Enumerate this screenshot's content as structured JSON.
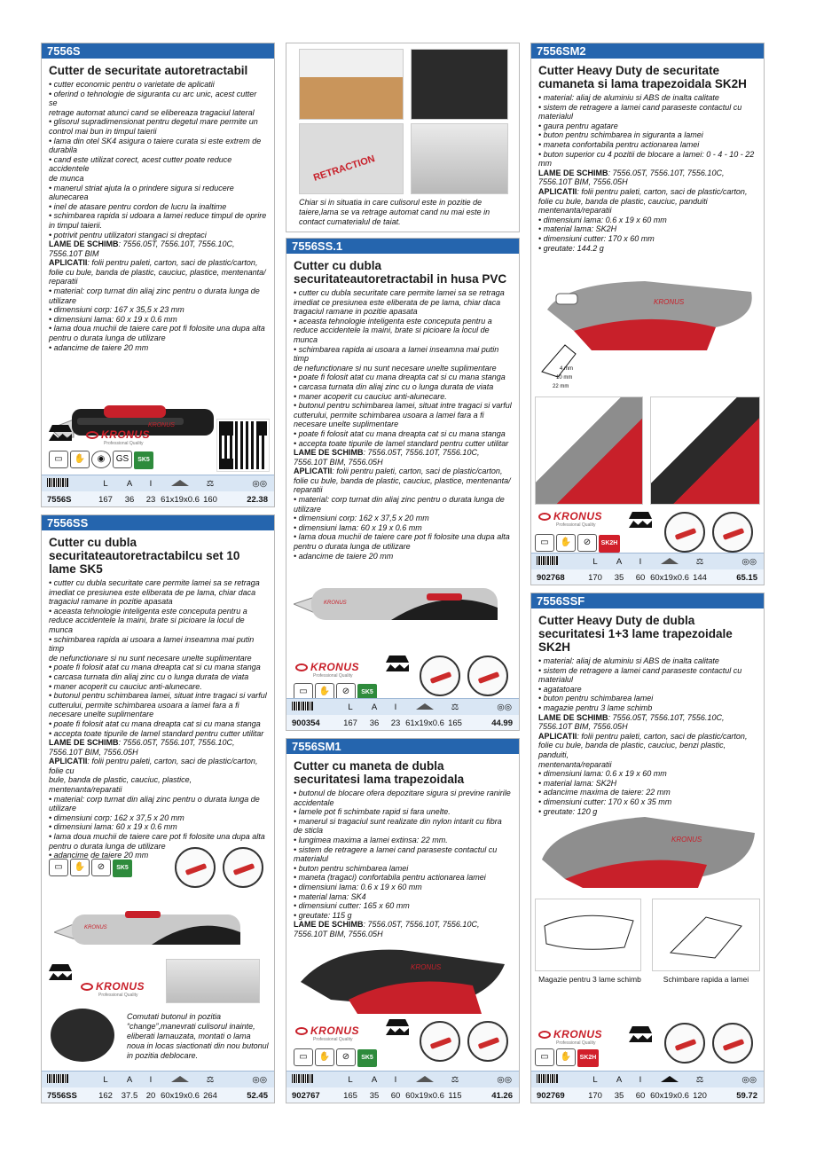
{
  "col1": {
    "p7556S": {
      "code": "7556S",
      "title": "Cutter de securitate autoretractabil",
      "bullets": [
        "• cutter economic pentru o varietate de aplicatii",
        "• oferind o tehnologie de siguranta cu arc unic, acest cutter se",
        "retrage automat atunci cand se elibereaza tragaciul lateral",
        "• glisorul supradimensionat pentru degetul mare permite un",
        "control mai bun in timpul taierii",
        "• lama din otel SK4 asigura o taiere curata si este extrem de",
        "durabila",
        "• cand este utilizat corect, acest cutter poate reduce accidentele",
        "de munca",
        "• manerul striat ajuta la o prindere sigura si reducere alunecarea",
        "• inel de atasare pentru cordon de lucru la inaltime",
        "• schimbarea rapida si udoara a lamei reduce timpul de oprire",
        "in timpul taierii.",
        "• potrivit pentru utilizatori stangaci si dreptaci"
      ],
      "lame_label": "LAME DE SCHIMB",
      "lame_text": ": 7556.05T, 7556.10T, 7556.10C,",
      "lame_text2": "7556.10T BIM",
      "apl_label": "APLICATII",
      "apl_text": ": folii pentru paleti, carton, saci de plastic/carton,",
      "apl_lines": [
        "folie cu bule, banda de plastic, cauciuc, plastice, mentenanta/",
        "reparatii",
        "• material: corp turnat din aliaj zinc pentru o durata lunga de",
        "utilizare",
        "• dimensiuni corp: 167 x 35,5 x 23 mm",
        "• dimensiuni lama: 60 x 19 x 0.6 mm",
        "• lama doua muchii de taiere care pot fi folosite una dupa alta",
        "pentru o durata lunga de utilizare",
        "• adancime de taiere 20 mm"
      ],
      "sk": "SK5",
      "spec_headers": [
        "L",
        "A",
        "I",
        "",
        ""
      ],
      "spec": [
        "7556S",
        "167",
        "36",
        "23",
        "61x19x0.6",
        "160",
        "22.38"
      ]
    },
    "p7556SS": {
      "code": "7556SS",
      "title": [
        "Cutter cu dubla securitate",
        "autoretractabil",
        "cu set 10 lame SK5"
      ],
      "lines": [
        "• cutter cu dubla securitate care permite lamei sa se retraga",
        "imediat ce presiunea este eliberata de pe lama, chiar daca",
        "tragaciul ramane in pozitie apasata",
        "• aceasta tehnologie inteligenta este conceputa pentru a",
        "reduce accidentele la maini, brate si picioare la locul de munca",
        "• schimbarea rapida ai usoara a lamei inseamna mai putin timp",
        "de nefunctionare si nu sunt necesare unelte suplimentare",
        "• poate fi folosit atat cu mana dreapta cat si cu mana stanga",
        "• carcasa turnata din aliaj zinc cu o lunga durata de viata",
        "• maner acoperit cu cauciuc anti-alunecare.",
        "• butonul pentru schimbarea lamei, situat intre tragaci si varful",
        "cutterului, permite schimbarea usoara a lamei fara a fi",
        "necesare unelte suplimentare",
        "• poate fi folosit atat cu mana dreapta cat si cu mana stanga",
        "• accepta toate tipurile de lamel standard pentru cutter utilitar"
      ],
      "lame_label": "LAME DE SCHIMB",
      "lame_text": ": 7556.05T, 7556.10T, 7556.10C,",
      "lame_text2": "7556.10T BIM, 7556.05H",
      "apl_label": "APLICATII",
      "apl_text": ": folii pentru paleti, carton, saci de plastic/carton, folie cu",
      "apl_lines": [
        "bule, banda de plastic, cauciuc, plastice, mentenanta/reparatii",
        "• material: corp turnat din aliaj zinc pentru o durata lunga de",
        "utilizare",
        "• dimensiuni corp: 162 x 37,5 x 20 mm",
        "• dimensiuni lama: 60 x 19 x 0.6 mm",
        "• lama doua muchii de taiere care pot fi folosite una dupa alta",
        "pentru o durata lunga de utilizare",
        "• adancime de taiere 20 mm"
      ],
      "sk": "SK5",
      "caption": [
        "Comutati butonul in pozitia “change”,",
        "manevrati culisorul inainte, eliberati lama",
        "uzata, montati o lama noua in locas si",
        "actionati din nou butonul in pozitia de",
        "blocare."
      ],
      "spec": [
        "7556SS",
        "162",
        "37.5",
        "20",
        "60x19x0.6",
        "264",
        "52.45"
      ]
    }
  },
  "col2": {
    "photo_caption": [
      "Chiar si in situatia in care culisorul este in pozitie de taiere,",
      "lama se va retrage automat cand nu mai este  in contact cu",
      "materialul de taiat."
    ],
    "retraction": "RETRACTION",
    "p7556SS1": {
      "code": "7556SS.1",
      "title": [
        "Cutter cu dubla securitate",
        "autoretractabil in husa PVC"
      ],
      "lines": [
        "• cutter cu dubla securitate care permite lamei sa se retraga",
        "imediat ce presiunea este eliberata de pe lama, chiar daca",
        "tragaciul ramane in pozitie apasata",
        "• aceasta tehnologie inteligenta este conceputa pentru a",
        "reduce accidentele la maini, brate si picioare la locul de munca",
        "• schimbarea rapida ai usoara a lamei inseamna mai putin timp",
        "de nefunctionare si nu sunt necesare unelte suplimentare",
        "• poate fi folosit atat cu mana dreapta cat si cu mana stanga",
        "• carcasa turnata din aliaj zinc cu o lunga durata de viata",
        "• maner acoperit cu cauciuc anti-alunecare.",
        "• butonul pentru schimbarea lamei, situat intre tragaci si varful",
        "cutterului, permite schimbarea usoara a lamei fara a fi",
        "necesare unelte suplimentare",
        "• poate fi folosit atat cu mana dreapta cat si cu mana stanga",
        "• accepta toate tipurile de lamel standard pentru cutter utilitar"
      ],
      "lame_label": "LAME DE SCHIMB",
      "lame_text": ": 7556.05T, 7556.10T, 7556.10C,",
      "lame_text2": "7556.10T BIM, 7556.05H",
      "apl_label": "APLICATII",
      "apl_text": ": folii pentru paleti, carton, saci de plastic/carton,",
      "apl_lines": [
        "folie cu bule, banda de plastic, cauciuc, plastice, mentenanta/",
        "reparatii",
        "• material: corp turnat din aliaj zinc pentru o durata lunga de",
        "utilizare",
        "• dimensiuni corp: 162 x 37,5 x 20 mm",
        "• dimensiuni lama: 60 x 19 x 0.6 mm",
        "• lama doua muchii de taiere care pot fi folosite una dupa alta",
        "pentru o durata lunga de utilizare",
        "• adancime de taiere 20 mm"
      ],
      "sk": "SK5",
      "spec": [
        "900354",
        "167",
        "36",
        "23",
        "61x19x0.6",
        "165",
        "44.99"
      ]
    },
    "p7556SM1": {
      "code": "7556SM1",
      "title": [
        "Cutter cu maneta de dubla securitate",
        "si lama trapezoidala"
      ],
      "lines": [
        "• butonul de blocare ofera depozitare sigura si previne ranirile accidentale",
        "• lamele pot fi schimbate rapid si fara unelte.",
        "• manerul si tragaciul sunt realizate din nylon intarit cu fibra de sticla",
        "• lungimea maxima a lamei extinsa: 22 mm.",
        "• sistem de retragere a lamei cand paraseste contactul cu materialul",
        "• buton pentru schimbarea lamei",
        "• maneta (tragaci) confortabila pentru actionarea lamei",
        "• dimensiuni lama: 0.6 x 19 x 60 mm",
        "• material lama: SK4",
        "• dimensiuni cutter: 165 x 60 mm",
        "• greutate: 115 g"
      ],
      "lame_label": "LAME DE SCHIMB",
      "lame_text": ": 7556.05T, 7556.10T, 7556.10C,",
      "lame_text2": "7556.10T BIM, 7556.05H",
      "sk": "SK5",
      "spec": [
        "902767",
        "165",
        "35",
        "60",
        "60x19x0.6",
        "115",
        "41.26"
      ]
    }
  },
  "col3": {
    "p7556SM2": {
      "code": "7556SM2",
      "title": [
        "Cutter Heavy Duty de securitate cu",
        "maneta si lama trapezoidala SK2H"
      ],
      "lines": [
        "• material: aliaj de aluminiu si ABS de inalta calitate",
        "• sistem de retragere a lamei cand paraseste contactul cu materialul",
        "• gaura pentru agatare",
        "• buton pentru schimbarea in siguranta a lamei",
        "• maneta confortabila pentru actionarea lamei",
        "• buton superior cu 4 pozitii de blocare a lamei: 0 - 4 - 10 - 22 mm"
      ],
      "lame_label": "LAME DE SCHIMB",
      "lame_text": ": 7556.05T, 7556.10T, 7556.10C,",
      "lame_text2": "7556.10T BIM, 7556.05H",
      "apl_label": "APLICATII",
      "apl_text": ": folii pentru paleti, carton, saci de plastic/carton,",
      "apl_lines": [
        "folie cu bule, banda de plastic, cauciuc, panduiti",
        "mentenanta/reparatii",
        "• dimensiuni lama: 0.6 x 19 x 60 mm",
        "• material lama: SK2H",
        "• dimensiuni cutter: 170 x 60 mm",
        "• greutate: 144.2 g"
      ],
      "dims": [
        "4 mm",
        "10 mm",
        "22 mm"
      ],
      "sk": "SK2H",
      "spec": [
        "902768",
        "170",
        "35",
        "60",
        "60x19x0.6",
        "144",
        "65.15"
      ]
    },
    "p7556SSF": {
      "code": "7556SSF",
      "title": [
        "Cutter Heavy Duty de dubla securitate",
        "si 1+3 lame trapezoidale SK2H"
      ],
      "lines": [
        "• material: aliaj de aluminiu si ABS de inalta calitate",
        "• sistem de retragere a lamei cand paraseste contactul cu materialul",
        "• agatatoare",
        "• buton pentru schimbarea lamei",
        "• magazie pentru 3 lame schimb"
      ],
      "lame_label": "LAME DE SCHIMB",
      "lame_text": ": 7556.05T, 7556.10T, 7556.10C,",
      "lame_text2": "7556.10T BIM, 7556.05H",
      "apl_label": "APLICATII",
      "apl_text": ": folii pentru paleti, carton, saci de plastic/carton,",
      "apl_lines": [
        "folie cu bule, banda de plastic, cauciuc, benzi plastic, panduiti,",
        "mentenanta/reparatii",
        "• dimensiuni lama: 0.6 x 19 x 60 mm",
        "• material lama: SK2H",
        "• adancime maxima de taiere: 22 mm",
        "• dimensiuni cutter: 170 x 60 x 35 mm",
        "• greutate: 120 g"
      ],
      "label_left": "Magazie pentru 3 lame schimb",
      "label_right": "Schimbare rapida a lamei",
      "sk": "SK2H",
      "spec": [
        "902769",
        "170",
        "35",
        "60",
        "60x19x0.6",
        "120",
        "59.72"
      ]
    }
  },
  "brand": {
    "name": "KRONUS",
    "tagline": "Professional Quality"
  },
  "spec_letters": {
    "l": "L",
    "a": "A",
    "i": "I"
  },
  "colors": {
    "header_blue": "#2565ae",
    "brand_red": "#c8202a",
    "sk5_green": "#2e8b3c"
  }
}
